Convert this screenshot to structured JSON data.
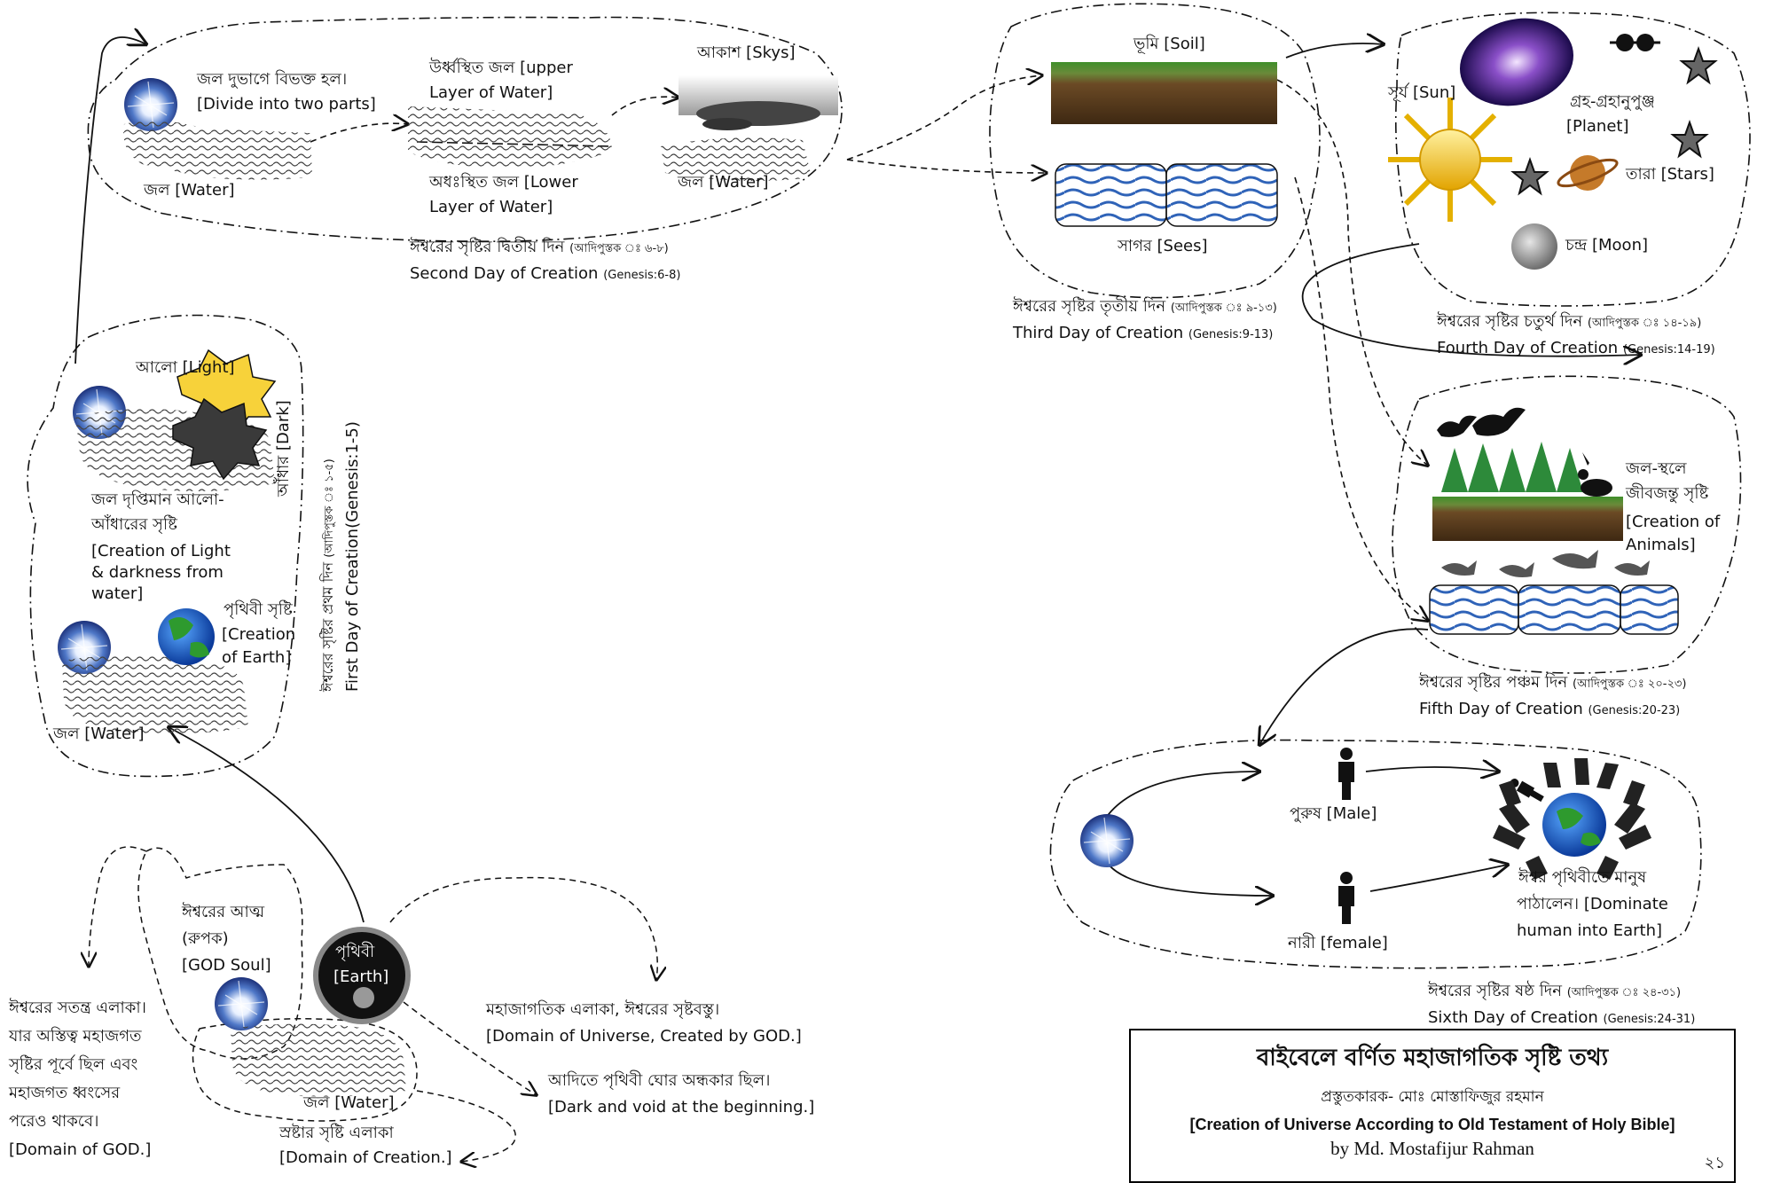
{
  "colors": {
    "ink": "#111111",
    "water": "#3a6fc4",
    "soil": "#5a3a1e",
    "grass": "#4f8f2e",
    "sun": "#f2c40c",
    "background": "#ffffff"
  },
  "icons": [
    "light-orb-icon",
    "water-waves-icon",
    "cloud-icon",
    "soil-strip-icon",
    "sea-waves-icon",
    "galaxy-icon",
    "sun-icon",
    "star-icon",
    "planet-icon",
    "moon-icon",
    "earth-globe-icon",
    "trees-icon",
    "bird-icon",
    "fish-icon",
    "animal-icon",
    "person-icon",
    "humans-ring-icon"
  ],
  "day1": {
    "light_label": "আলো [Light]",
    "dark_label": "আঁধার [Dark]",
    "creation_bn_1": "জল দৃপ্তিমান আলো-",
    "creation_bn_2": "আঁধারের সৃষ্টি",
    "creation_en_1": "[Creation of Light",
    "creation_en_2": "& darkness from",
    "creation_en_3": "water]",
    "earth_bn": "পৃথিবী সৃষ্টি",
    "earth_en_1": "[Creation",
    "earth_en_2": "of Earth]",
    "water_label": "জল [Water]",
    "caption_bn": "ঈশ্বরের সৃষ্টির প্রথম দিন",
    "caption_ref_bn": "(আদিপুস্তক ঃ ১-৫)",
    "caption_en": "First Day of Creation(Genesis:1-5)"
  },
  "day2": {
    "divide_bn": "জল দুভাগে বিভক্ত হল।",
    "divide_en": "[Divide into two parts]",
    "water_label": "জল [Water]",
    "upper_bn": "উর্ধ্বস্থিত জল [upper",
    "upper_en": "Layer of Water]",
    "lower_bn": "অধঃস্থিত জল [Lower",
    "lower_en": "Layer of Water]",
    "sky_label": "আকাশ [Skys]",
    "water2_label": "জল [Water]",
    "caption_bn": "ঈশ্বরের সৃষ্টির দ্বিতীয় দিন",
    "caption_ref_bn": "(আদিপুস্তক ঃ ৬-৮)",
    "caption_en": "Second Day of Creation",
    "caption_ref_en": "(Genesis:6-8)"
  },
  "day3": {
    "soil_label": "ভূমি [Soil]",
    "sea_label": "সাগর [Sees]",
    "caption_bn": "ঈশ্বরের সৃষ্টির তৃতীয় দিন",
    "caption_ref_bn": "(আদিপুস্তক ঃ ৯-১৩)",
    "caption_en": "Third Day of Creation",
    "caption_ref_en": "(Genesis:9-13)"
  },
  "day4": {
    "sun_label": "সূর্য [Sun]",
    "planet_bn": "গ্রহ-গ্রহানুপুঞ্জ",
    "planet_en": "[Planet]",
    "stars_label": "তারা [Stars]",
    "moon_label": "চন্দ্র [Moon]",
    "caption_bn": "ঈশ্বরের সৃষ্টির চতুর্থ দিন",
    "caption_ref_bn": "(আদিপুস্তক ঃ ১৪-১৯)",
    "caption_en": "Fourth Day of Creation",
    "caption_ref_en": "(Genesis:14-19)"
  },
  "day5": {
    "animals_bn_1": "জল-স্থলে",
    "animals_bn_2": "জীবজন্তু সৃষ্টি",
    "animals_en_1": "[Creation of",
    "animals_en_2": "Animals]",
    "caption_bn": "ঈশ্বরের সৃষ্টির পঞ্চম দিন",
    "caption_ref_bn": "(আদিপুস্তক ঃ ২০-২৩)",
    "caption_en": "Fifth Day of Creation",
    "caption_ref_en": "(Genesis:20-23)"
  },
  "day6": {
    "male_label": "পুরুষ [Male]",
    "female_label": "নারী [female]",
    "dominate_bn_1": "ঈশ্বর পৃথিবীতে মানুষ",
    "dominate_bn_2": "পাঠালেন। [Dominate",
    "dominate_en": "human into Earth]",
    "caption_bn": "ঈশ্বরের সৃষ্টির ষষ্ঠ দিন",
    "caption_ref_bn": "(আদিপুস্তক ঃ ২৪-৩১)",
    "caption_en": "Sixth Day of Creation",
    "caption_ref_en": "(Genesis:24-31)"
  },
  "origin": {
    "soul_bn_1": "ঈশ্বরের আত্ম",
    "soul_bn_2": "(রুপক)",
    "soul_en": "[GOD Soul]",
    "earth_bn": "পৃথিবী",
    "earth_en": "[Earth]",
    "water_label": "জল [Water]",
    "god_domain_1": "ঈশ্বরের সতন্ত্র এলাকা।",
    "god_domain_2": "যার অস্তিত্ব মহাজগত",
    "god_domain_3": "সৃষ্টির পূর্বে ছিল এবং",
    "god_domain_4": "মহাজগত ধ্বংসের",
    "god_domain_5": "পরেও থাকবে।",
    "god_domain_6": "[Domain of GOD.]",
    "creation_domain_bn": "স্রষ্টার সৃষ্টি এলাকা",
    "creation_domain_en": "[Domain of Creation.]",
    "universe_bn": "মহাজাগতিক এলাকা, ঈশ্বরের সৃষ্টবস্তু।",
    "universe_en": "[Domain of Universe, Created by GOD.]",
    "dark_bn": "আদিতে পৃথিবী ঘোর অন্ধকার ছিল।",
    "dark_en": "[Dark and void at the beginning.]"
  },
  "title_box": {
    "title_bn": "বাইবেলে বর্ণিত মহাজাগতিক সৃষ্টি তথ্য",
    "author_bn": "প্রস্তুতকারক- মোঃ মোস্তাফিজুর রহমান",
    "title_en": "[Creation of Universe According to Old Testament of Holy Bible]",
    "author_en": "by Md. Mostafijur Rahman",
    "page_number": "২১"
  }
}
